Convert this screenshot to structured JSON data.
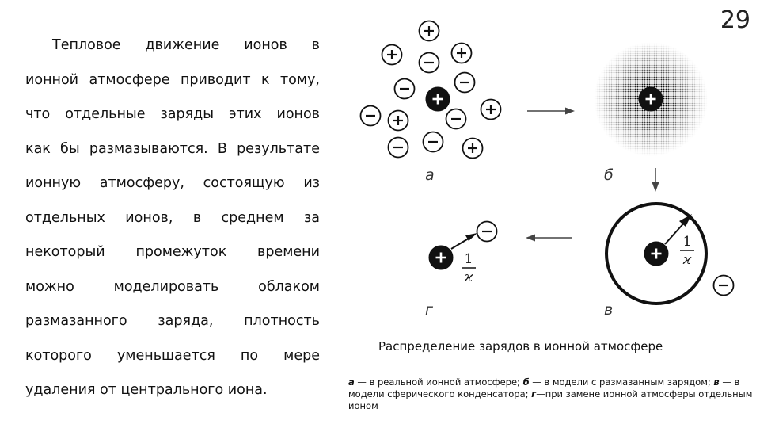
{
  "page_number": "29",
  "body_lines": [
    "Тепловое движение ионов в",
    "ионной атмосфере приводит к тому,",
    "что отдельные заряды этих ионов",
    "как бы размазываются. В результате",
    "ионную атмосферу, состоящую из",
    "отдельных ионов, в среднем за",
    "некоторый промежуток времени",
    "можно моделировать облаком",
    "размазанного заряда, плотность",
    "которого уменьшается по мере",
    "удаления от центрального иона."
  ],
  "figure": {
    "panel_labels": {
      "a": "а",
      "b": "б",
      "c": "в",
      "d": "г"
    },
    "plus_sign": "+",
    "minus_sign": "−",
    "fraction_numerator": "1",
    "fraction_denominator": "ϰ",
    "title": "Распределение зарядов в ионной атмосфере",
    "notes": [
      {
        "key": "а",
        "text": " — в реальной ионной атмосфере; "
      },
      {
        "key": "б",
        "text": " — в модели с размазанным зарядом; "
      },
      {
        "key": "в",
        "text": " — в модели сферического конденсатора; "
      },
      {
        "key": "г",
        "text": "—при замене ионной атмосферы отдельным ионом"
      }
    ]
  }
}
